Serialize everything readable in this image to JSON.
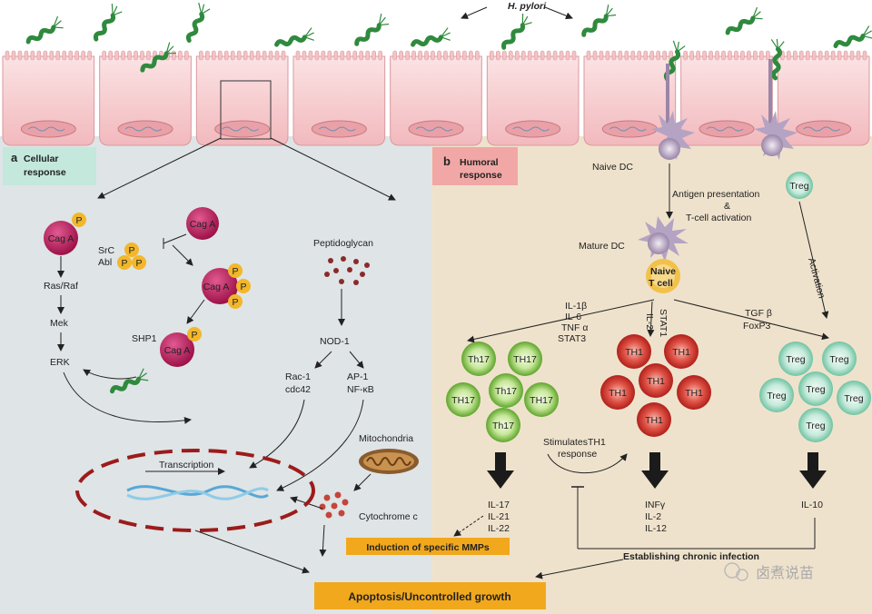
{
  "title": "H. pylori",
  "panels": {
    "a": {
      "letter": "a",
      "label_line1": "Cellular",
      "label_line2": "response"
    },
    "b": {
      "letter": "b",
      "label_line1": "Humoral",
      "label_line2": "response"
    }
  },
  "left": {
    "caga": "Cag A",
    "p": "P",
    "src": "SrC",
    "abl": "Abl",
    "shp1": "SHP1",
    "ras": "Ras/Raf",
    "mek": "Mek",
    "erk": "ERK",
    "peptidoglycan": "Peptidoglycan",
    "nod1": "NOD-1",
    "rac1": "Rac-1",
    "cdc42": "cdc42",
    "ap1": "AP-1",
    "nfkb": "NF-κB",
    "mitochondria": "Mitochondria",
    "cytochrome": "Cytochrome c",
    "transcription": "Transcription"
  },
  "right": {
    "naive_dc": "Naive DC",
    "antigen1": "Antigen presentation",
    "antigen2": "&",
    "antigen3": "T-cell activation",
    "mature_dc": "Mature DC",
    "naive_t1": "Naive",
    "naive_t2": "T cell",
    "treg": "Treg",
    "activation": "Activation",
    "th17_cyt": [
      "IL-1β",
      "IL-6",
      "TNF α",
      "STAT3"
    ],
    "th1_cyt": [
      "IL-2",
      "STAT1"
    ],
    "treg_cyt": [
      "TGF β",
      "FoxP3"
    ],
    "th17": "Th17",
    "th17b": "TH17",
    "th1": "TH1",
    "stim1": "StimulatesTH1",
    "stim2": "response",
    "out_th17": [
      "IL-17",
      "IL-21",
      "IL-22"
    ],
    "out_th1": [
      "INFγ",
      "IL-2",
      "IL-12"
    ],
    "out_treg": "IL-10",
    "chronic": "Establishing chronic infection"
  },
  "bottom": {
    "mmps": "Induction of specific MMPs",
    "apoptosis": "Apoptosis/Uncontrolled growth"
  },
  "watermark": "卤煮说苗",
  "colors": {
    "left_bg": "#dfe4e6",
    "right_bg": "#efe2cc",
    "epithelium": "#f6c9cc",
    "caga": "#c2185b",
    "phospho": "#f2b72a",
    "th17": "#7cc242",
    "th1": "#d6372f",
    "treg": "#8fd3b9",
    "banner": "#f2a81d"
  }
}
